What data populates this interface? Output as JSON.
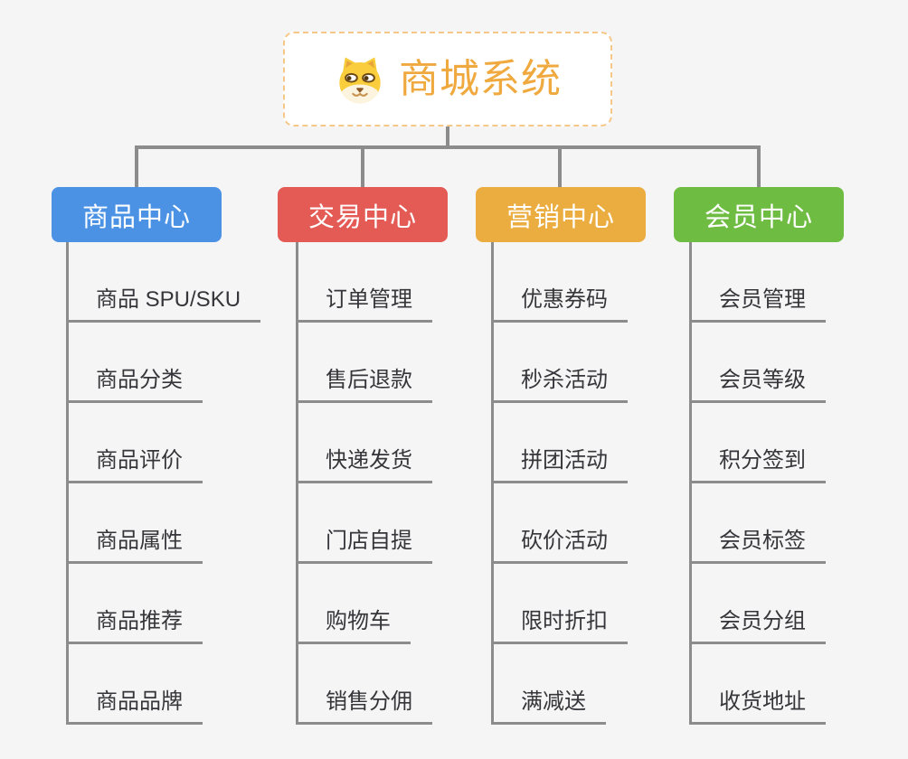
{
  "theme": {
    "background": "#F5F5F5",
    "line_color": "#8C8C8C",
    "leaf_text_color": "#35353A"
  },
  "root": {
    "label": "商城系统",
    "text_color": "#F0A93E",
    "border_color": "#F6C888",
    "icon": "dog-face-icon"
  },
  "branches": [
    {
      "label": "商品中心",
      "color": "#4B92E5",
      "children": [
        "商品 SPU/SKU",
        "商品分类",
        "商品评价",
        "商品属性",
        "商品推荐",
        "商品品牌"
      ]
    },
    {
      "label": "交易中心",
      "color": "#E45B55",
      "children": [
        "订单管理",
        "售后退款",
        "快递发货",
        "门店自提",
        "购物车",
        "销售分佣"
      ]
    },
    {
      "label": "营销中心",
      "color": "#EBAD40",
      "children": [
        "优惠券码",
        "秒杀活动",
        "拼团活动",
        "砍价活动",
        "限时折扣",
        "满减送"
      ]
    },
    {
      "label": "会员中心",
      "color": "#6FBC43",
      "children": [
        "会员管理",
        "会员等级",
        "积分签到",
        "会员标签",
        "会员分组",
        "收货地址"
      ]
    }
  ]
}
